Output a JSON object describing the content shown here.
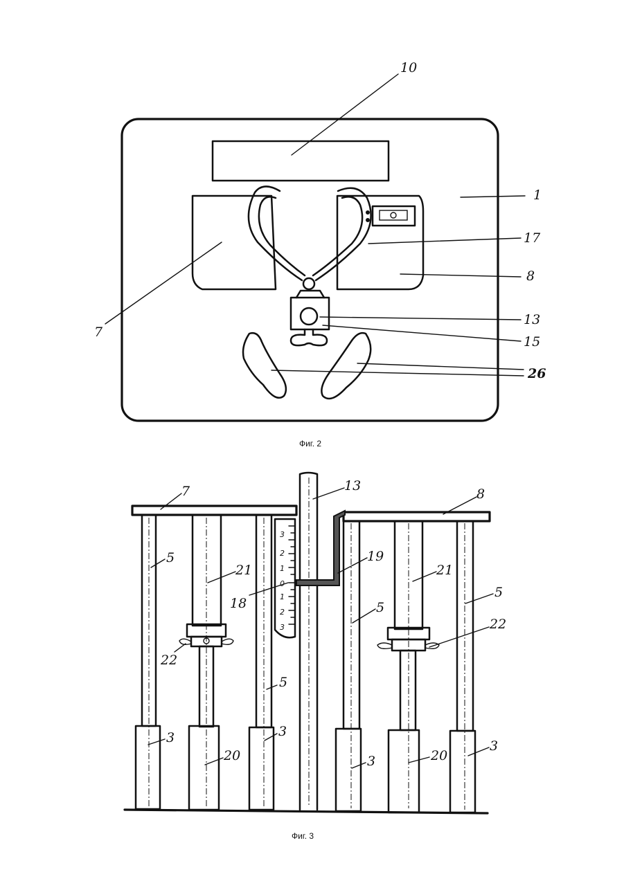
{
  "figure2": {
    "caption": "Фиг. 2",
    "labels": {
      "l10": "10",
      "l1": "1",
      "l17": "17",
      "l8": "8",
      "l7": "7",
      "l13": "13",
      "l15": "15",
      "l26": "26"
    }
  },
  "figure3": {
    "caption": "Фиг. 3",
    "labels": {
      "l7": "7",
      "l13": "13",
      "l8": "8",
      "l19": "19",
      "l5a": "5",
      "l21a": "21",
      "l18": "18",
      "l22a": "22",
      "l5b": "5",
      "l3a": "3",
      "l20a": "20",
      "l3b": "3",
      "l5c": "5",
      "l21b": "21",
      "l5d": "5",
      "l22b": "22",
      "l3c": "3",
      "l20b": "20",
      "l3d": "3"
    },
    "scale_marks": [
      "3",
      "2",
      "1",
      "0",
      "1",
      "2",
      "3"
    ]
  }
}
